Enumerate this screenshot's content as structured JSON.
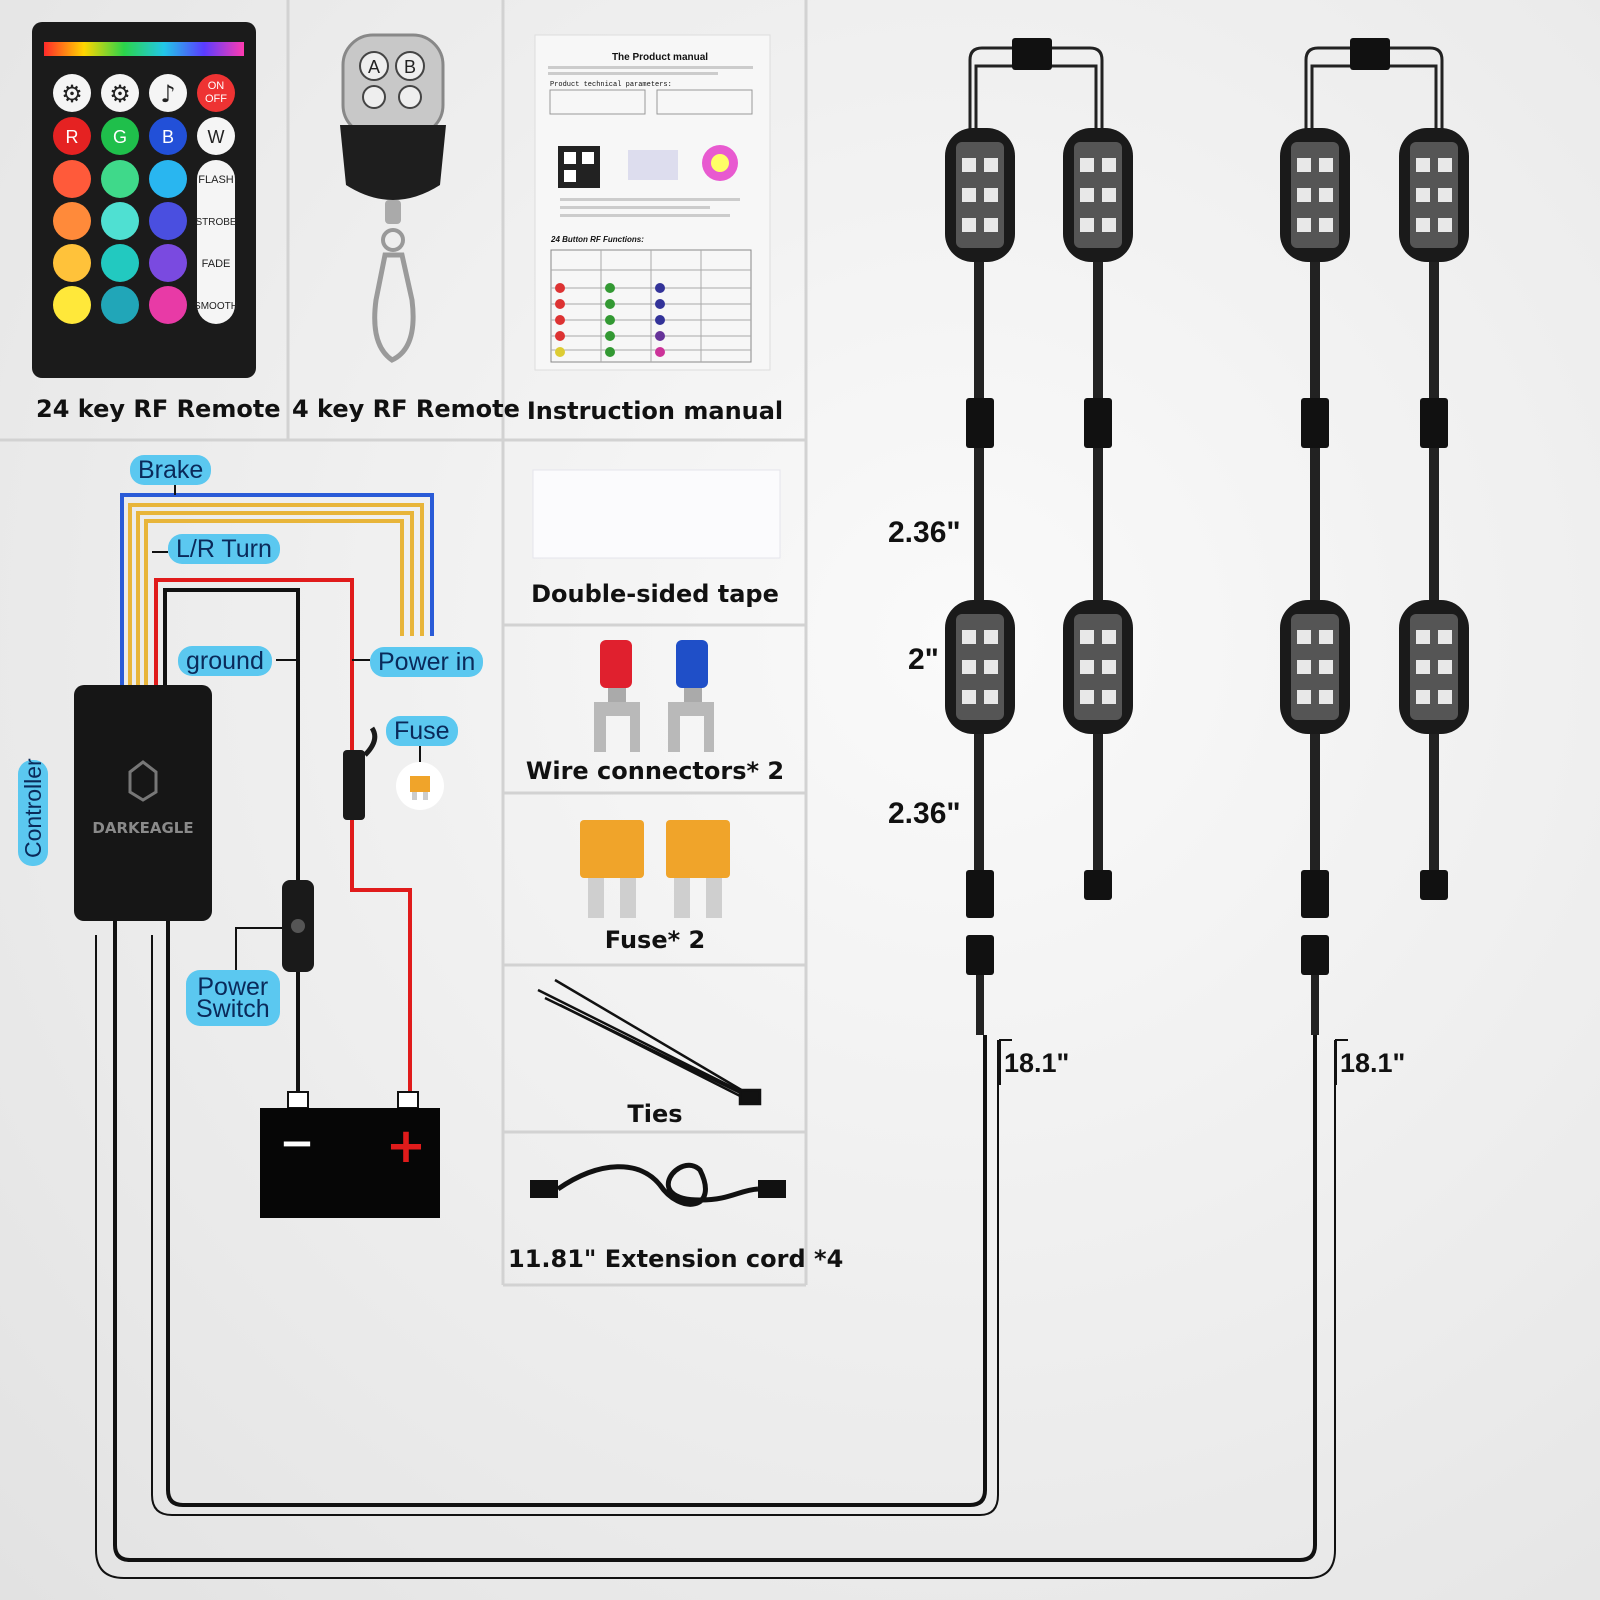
{
  "accessories": {
    "remote24_label": "24 key RF Remote",
    "remote4_label": "4 key RF Remote",
    "manual_label": "Instruction manual",
    "tape_label": "Double-sided tape",
    "wire_connectors_label": "Wire connectors* 2",
    "fuse_label": "Fuse* 2",
    "ties_label": "Ties",
    "extension_label": "11.81\" Extension cord *4"
  },
  "remote24": {
    "on_off": "ON\nOFF",
    "r": "R",
    "g": "G",
    "b": "B",
    "w": "W",
    "flash": "FLASH",
    "strobe": "STROBE",
    "fade": "FADE",
    "smooth": "SMOOTH"
  },
  "remote4": {
    "a": "A",
    "b": "B"
  },
  "manual": {
    "title": "The Product manual",
    "section1": "Product technical parameters:",
    "section2": "24 Button RF Functions:"
  },
  "wiring": {
    "brake": "Brake",
    "turn": "L/R Turn",
    "ground": "ground",
    "power_in": "Power in",
    "fuse": "Fuse",
    "controller": "Controller",
    "power_switch_line1": "Power",
    "power_switch_line2": "Switch",
    "brand": "DARKEAGLE",
    "minus": "−",
    "plus": "+"
  },
  "dimensions": {
    "gap_top": "2.36\"",
    "pod": "2\"",
    "gap_bottom": "2.36\"",
    "lead_left": "18.1\"",
    "lead_right": "18.1\""
  },
  "colors": {
    "blue_wire": "#2a5bd7",
    "yellow_wire": "#e8b53a",
    "red_wire": "#e01b1b",
    "label_bg": "#5bc8f0"
  }
}
